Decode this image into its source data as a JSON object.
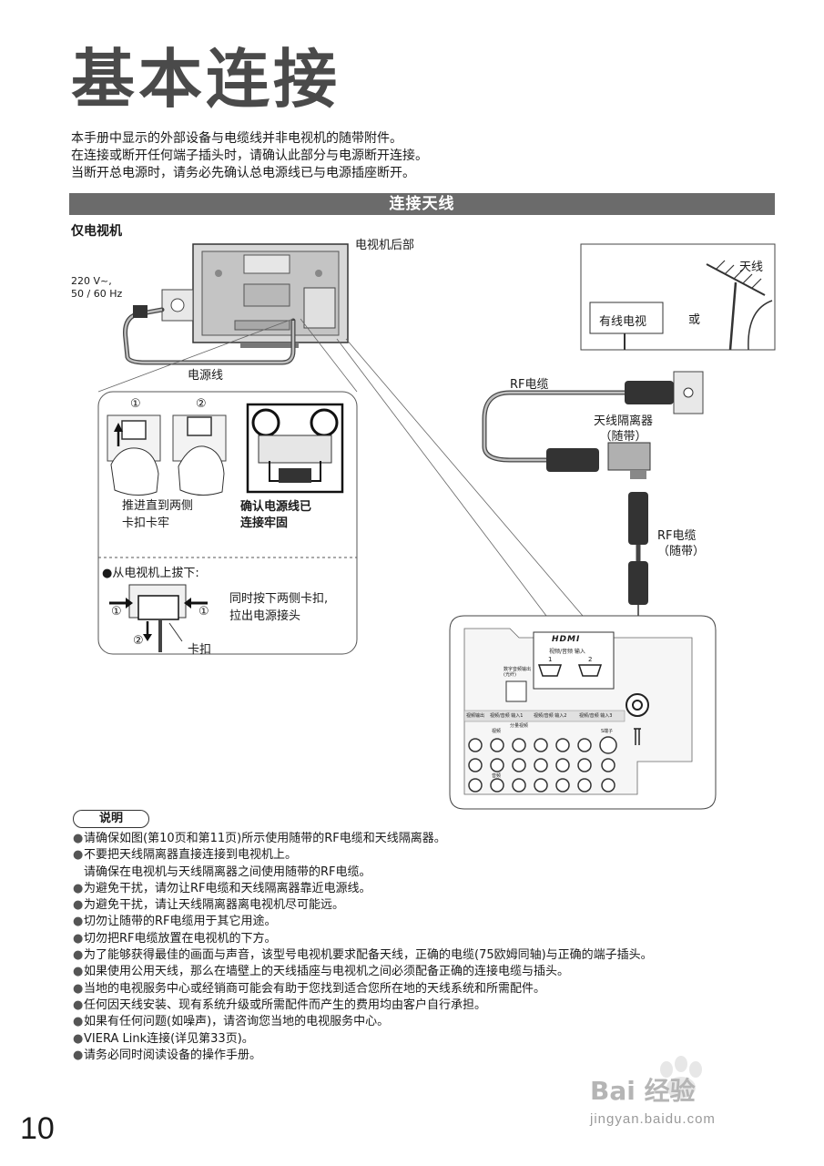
{
  "page": {
    "title": "基本连接",
    "intro": [
      "本手册中显示的外部设备与电缆线并非电视机的随带附件。",
      "在连接或断开任何端子插头时，请确认此部分与电源断开连接。",
      "当断开总电源时，请务必先确认总电源线已与电源插座断开。"
    ],
    "section_title": "连接天线",
    "subhead": "仅电视机",
    "page_number": "10"
  },
  "diagram": {
    "tv_rear": "电视机后部",
    "voltage": [
      "220 V~,",
      "50 / 60 Hz"
    ],
    "power_cord": "电源线",
    "step1": "①",
    "step2": "②",
    "push_caption": [
      "推进直到两侧",
      "卡扣卡牢"
    ],
    "confirm_caption": [
      "确认电源线已",
      "连接牢固"
    ],
    "remove_title": "●从电视机上拔下:",
    "remove_caption": [
      "同时按下两侧卡扣,",
      "拉出电源接头"
    ],
    "clip": "卡扣",
    "cable_tv": "有线电视",
    "or": "或",
    "antenna": "天线",
    "rf_cable": "RF电缆",
    "isolator": [
      "天线隔离器",
      "（随带）"
    ],
    "rf_cable_supplied": [
      "RF电缆",
      "（随带）"
    ],
    "hdmi_logo": "HDMI",
    "hdmi_ports_label": "视频/音频 输入",
    "hdmi_port_1": "1",
    "hdmi_port_2": "2",
    "digital_audio_out": [
      "数字音频输出",
      "(光纤)"
    ],
    "av_out": "视频输出",
    "av_in_1": "视频/音频 输入1",
    "av_in_2": "视频/音频 输入2",
    "av_in_3": "视频/音频 输入3",
    "port_video": "视频",
    "port_component": "分量视频",
    "port_audio": "音频",
    "port_svideo": "S端子"
  },
  "notes": {
    "header": "说明",
    "items": [
      "请确保如图(第10页和第11页)所示使用随带的RF电缆和天线隔离器。",
      "不要把天线隔离器直接连接到电视机上。",
      "请确保在电视机与天线隔离器之间使用随带的RF电缆。",
      "为避免干扰，请勿让RF电缆和天线隔离器靠近电源线。",
      "为避免干扰，请让天线隔离器离电视机尽可能远。",
      "切勿让随带的RF电缆用于其它用途。",
      "切勿把RF电缆放置在电视机的下方。",
      "为了能够获得最佳的画面与声音，该型号电视机要求配备天线，正确的电缆(75欧姆同轴)与正确的端子插头。",
      "如果使用公用天线，那么在墙壁上的天线插座与电视机之间必须配备正确的连接电缆与插头。",
      "当地的电视服务中心或经销商可能会有助于您找到适合您所在地的天线系统和所需配件。",
      "任何因天线安装、现有系统升级或所需配件而产生的费用均由客户自行承担。",
      "如果有任何问题(如噪声)，请咨询您当地的电视服务中心。",
      "VIERA Link连接(详见第33页)。",
      "请务必同时阅读设备的操作手册。"
    ],
    "bullets": [
      true,
      true,
      false,
      true,
      true,
      true,
      true,
      true,
      true,
      true,
      true,
      true,
      true,
      true
    ]
  },
  "watermark": {
    "logo": "Bai 经验",
    "url": "jingyan.baidu.com"
  }
}
